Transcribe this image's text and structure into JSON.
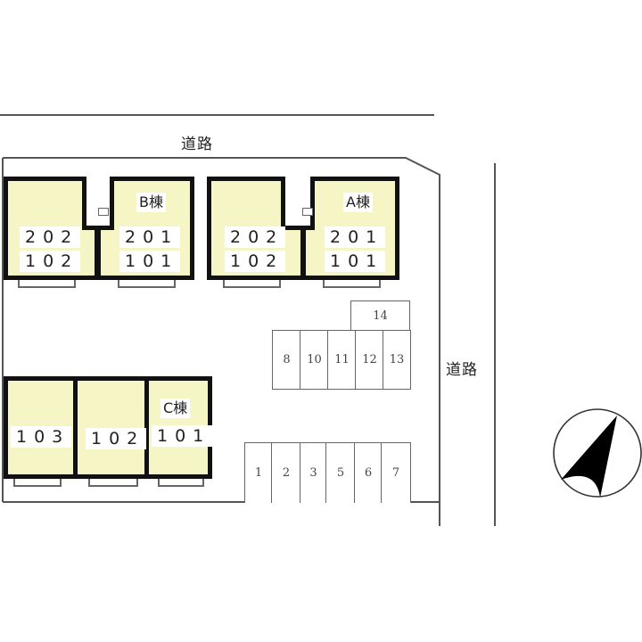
{
  "roads": {
    "top_label": "道路",
    "right_label": "道路"
  },
  "buildings": {
    "B": {
      "label": "B棟",
      "units": [
        {
          "upper": "202",
          "lower": "102"
        },
        {
          "upper": "201",
          "lower": "101"
        }
      ]
    },
    "A": {
      "label": "A棟",
      "units": [
        {
          "upper": "202",
          "lower": "102"
        },
        {
          "upper": "201",
          "lower": "101"
        }
      ]
    },
    "C": {
      "label": "C棟",
      "units": [
        "103",
        "102",
        "101"
      ]
    }
  },
  "parking": {
    "upper_row": [
      "8",
      "10",
      "11",
      "12",
      "13"
    ],
    "upper_extra": "14",
    "lower_row": [
      "1",
      "2",
      "3",
      "5",
      "6",
      "7"
    ]
  },
  "compass": {
    "icon": "north-arrow-icon"
  },
  "colors": {
    "unit_fill": "#f5f5c6",
    "wall": "#111111",
    "line": "#555555"
  }
}
